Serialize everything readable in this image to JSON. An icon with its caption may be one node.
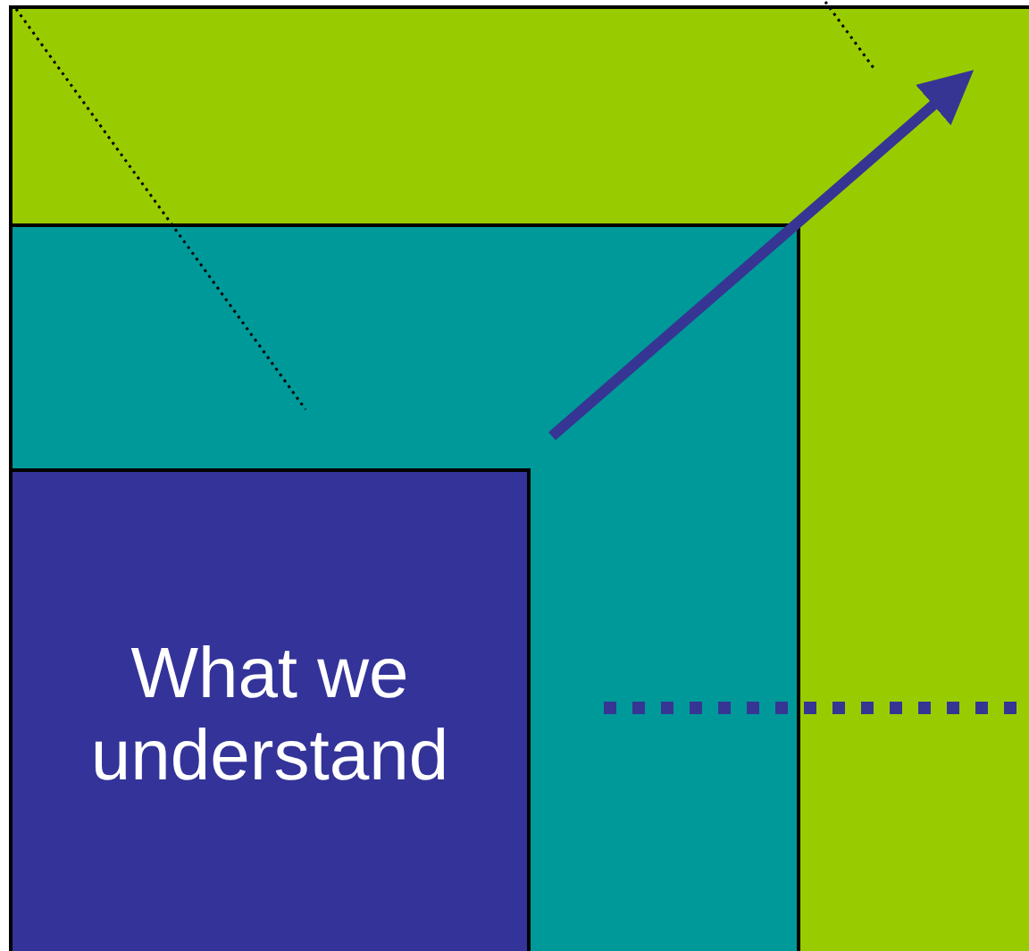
{
  "diagram": {
    "nodes": [
      {
        "text": [],
        "shape": "box"
      },
      {
        "text": [],
        "shape": "box",
        "in": 0
      },
      {
        "text": [
          "What we understand"
        ],
        "in": 1
      }
    ]
  }
}
